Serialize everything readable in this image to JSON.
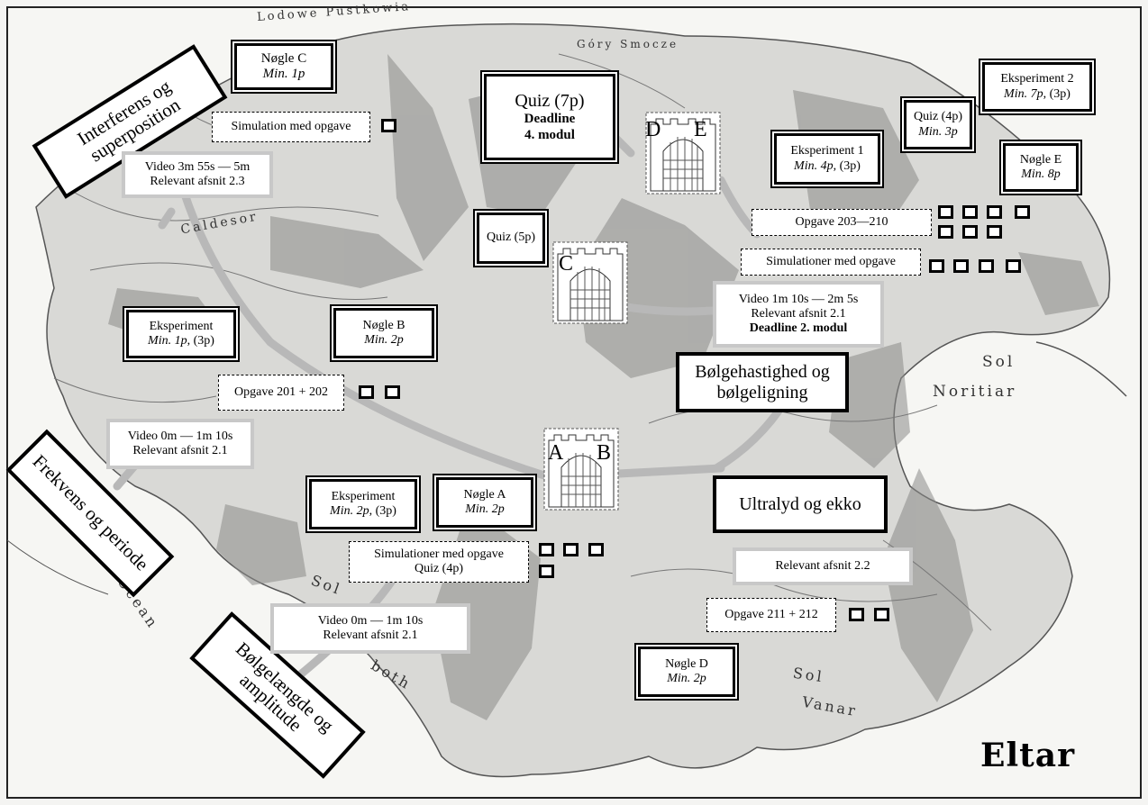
{
  "map_title": "Eltar",
  "places": {
    "lodowe": "Lodowe Pustkowia",
    "gory": "Góry Smocze",
    "caldesor": "Caldesor",
    "sol_noritiar_1": "Sol",
    "sol_noritiar_2": "Noritiar",
    "sol_vanar_1": "Sol",
    "sol_vanar_2": "Vanar",
    "ocean": "Ocean",
    "sol_both": "Sol",
    "both": "both"
  },
  "gates": {
    "e_left": "D",
    "e_right": "E",
    "c": "C",
    "ab_left": "A",
    "ab_right": "B"
  },
  "topics": {
    "interferens": "Interferens og superposition",
    "frekvens": "Frekvens og periode",
    "bolgelaengde": "Bølgelængde og amplitude",
    "bolgehastighed": "Bølgehastighed og bølgeligning",
    "ultralyd": "Ultralyd og ekko"
  },
  "boxes": {
    "nogle_c": {
      "title": "Nøgle C",
      "sub": "Min. 1p"
    },
    "sim_opgave": "Simulation med opgave",
    "video_3m": {
      "l1": "Video 3m 55s — 5m",
      "l2": "Relevant afsnit 2.3"
    },
    "quiz7": {
      "title": "Quiz (7p)",
      "l2": "Deadline",
      "l3": "4. modul"
    },
    "eksp2": {
      "title": "Eksperiment 2",
      "sub_a": "Min. 7p",
      "sub_b": ", (3p)"
    },
    "quiz4": {
      "title": "Quiz (4p)",
      "sub": "Min. 3p"
    },
    "eksp1": {
      "title": "Eksperiment 1",
      "sub_a": "Min. 4p",
      "sub_b": ", (3p)"
    },
    "nogle_e": {
      "title": "Nøgle E",
      "sub": "Min. 8p"
    },
    "opgave_203": "Opgave 203—210",
    "sim_opgaver_top": "Simulationer med opgave",
    "quiz5": "Quiz (5p)",
    "video_1m10": {
      "l1": "Video 1m 10s — 2m 5s",
      "l2": "Relevant afsnit 2.1",
      "l3": "Deadline 2. modul"
    },
    "eksperiment": {
      "title": "Eksperiment",
      "sub_a": "Min. 1p",
      "sub_b": ", (3p)"
    },
    "nogle_b": {
      "title": "Nøgle B",
      "sub": "Min. 2p"
    },
    "opgave_201": "Opgave 201 + 202",
    "video_0m_top": {
      "l1": "Video 0m — 1m 10s",
      "l2": "Relevant afsnit 2.1"
    },
    "eksp_a": {
      "title": "Eksperiment",
      "sub_a": "Min. 2p",
      "sub_b": ", (3p)"
    },
    "nogle_a": {
      "title": "Nøgle A",
      "sub": "Min. 2p"
    },
    "sim_quiz": {
      "l1": "Simulationer med opgave",
      "l2": "Quiz (4p)"
    },
    "relevant_22": "Relevant afsnit 2.2",
    "opgave_211": "Opgave 211 + 212",
    "video_0m_bottom": {
      "l1": "Video 0m — 1m 10s",
      "l2": "Relevant afsnit 2.1"
    },
    "nogle_d": {
      "title": "Nøgle D",
      "sub": "Min. 2p"
    }
  }
}
